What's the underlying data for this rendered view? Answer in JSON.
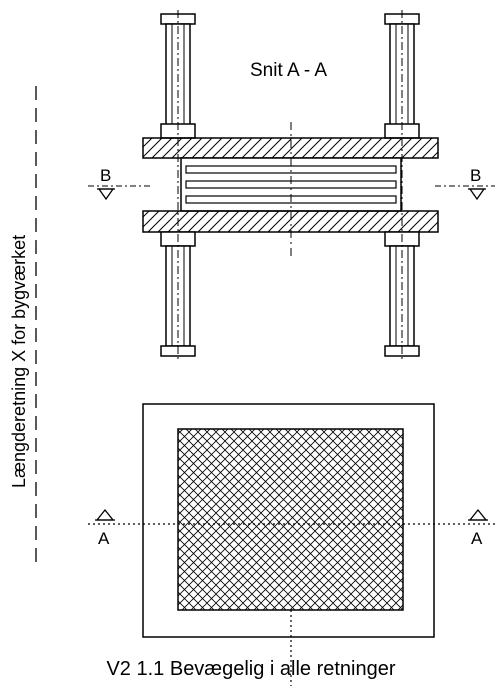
{
  "section_title": "Snit A - A",
  "marker_b": "B",
  "marker_a": "A",
  "axis_label": "Længderetning X for bygværket",
  "caption": "V2  1.1  Bevægelig i alle retninger",
  "colors": {
    "line": "#000000",
    "background": "#ffffff"
  }
}
